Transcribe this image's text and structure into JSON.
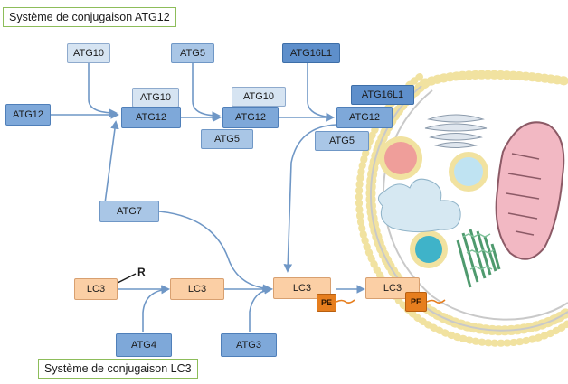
{
  "titles": {
    "atg12_system": "Système de conjugaison ATG12",
    "lc3_system": "Système de conjugaison LC3"
  },
  "labels": {
    "atg10": "ATG10",
    "atg5": "ATG5",
    "atg16l1": "ATG16L1",
    "atg12": "ATG12",
    "atg7": "ATG7",
    "lc3": "LC3",
    "r": "R",
    "atg4": "ATG4",
    "atg3": "ATG3",
    "pe": "PE"
  },
  "colors": {
    "arrow": "#6f97c6",
    "membrane_head": "#f1e2a0",
    "lc3_fill": "#fbcfa5",
    "pe_fill": "#e67e1e",
    "mito_fill": "#f2b8c3",
    "title_border": "#8dbd5a"
  }
}
